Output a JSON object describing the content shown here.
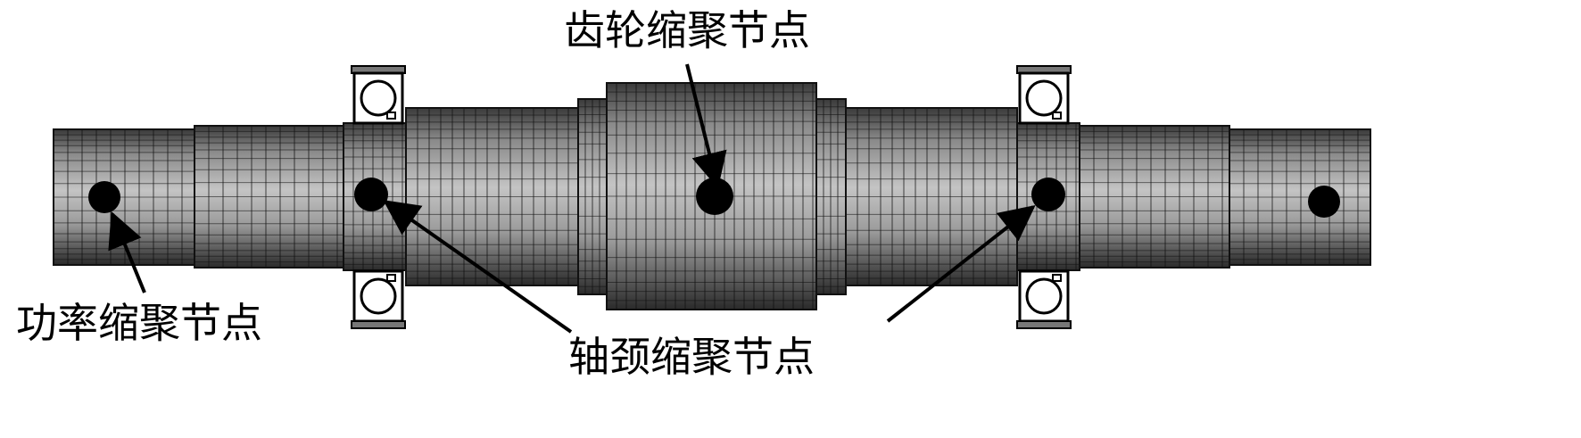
{
  "labels": {
    "gear_node": "齿轮缩聚节点",
    "power_node": "功率缩聚节点",
    "journal_node": "轴颈缩聚节点"
  },
  "colors": {
    "shaft_dark": "#2e2e2e",
    "shaft_light": "#b8b8b8",
    "grid_line": "#111111",
    "node": "#000000",
    "bearing_fill": "#ffffff",
    "bearing_cap": "#777777"
  },
  "nodes": [
    {
      "name": "power-node",
      "kind": "power"
    },
    {
      "name": "journal-node-left",
      "kind": "journal"
    },
    {
      "name": "gear-node",
      "kind": "gear"
    },
    {
      "name": "journal-node-right",
      "kind": "journal"
    },
    {
      "name": "end-node-right",
      "kind": "power"
    }
  ]
}
